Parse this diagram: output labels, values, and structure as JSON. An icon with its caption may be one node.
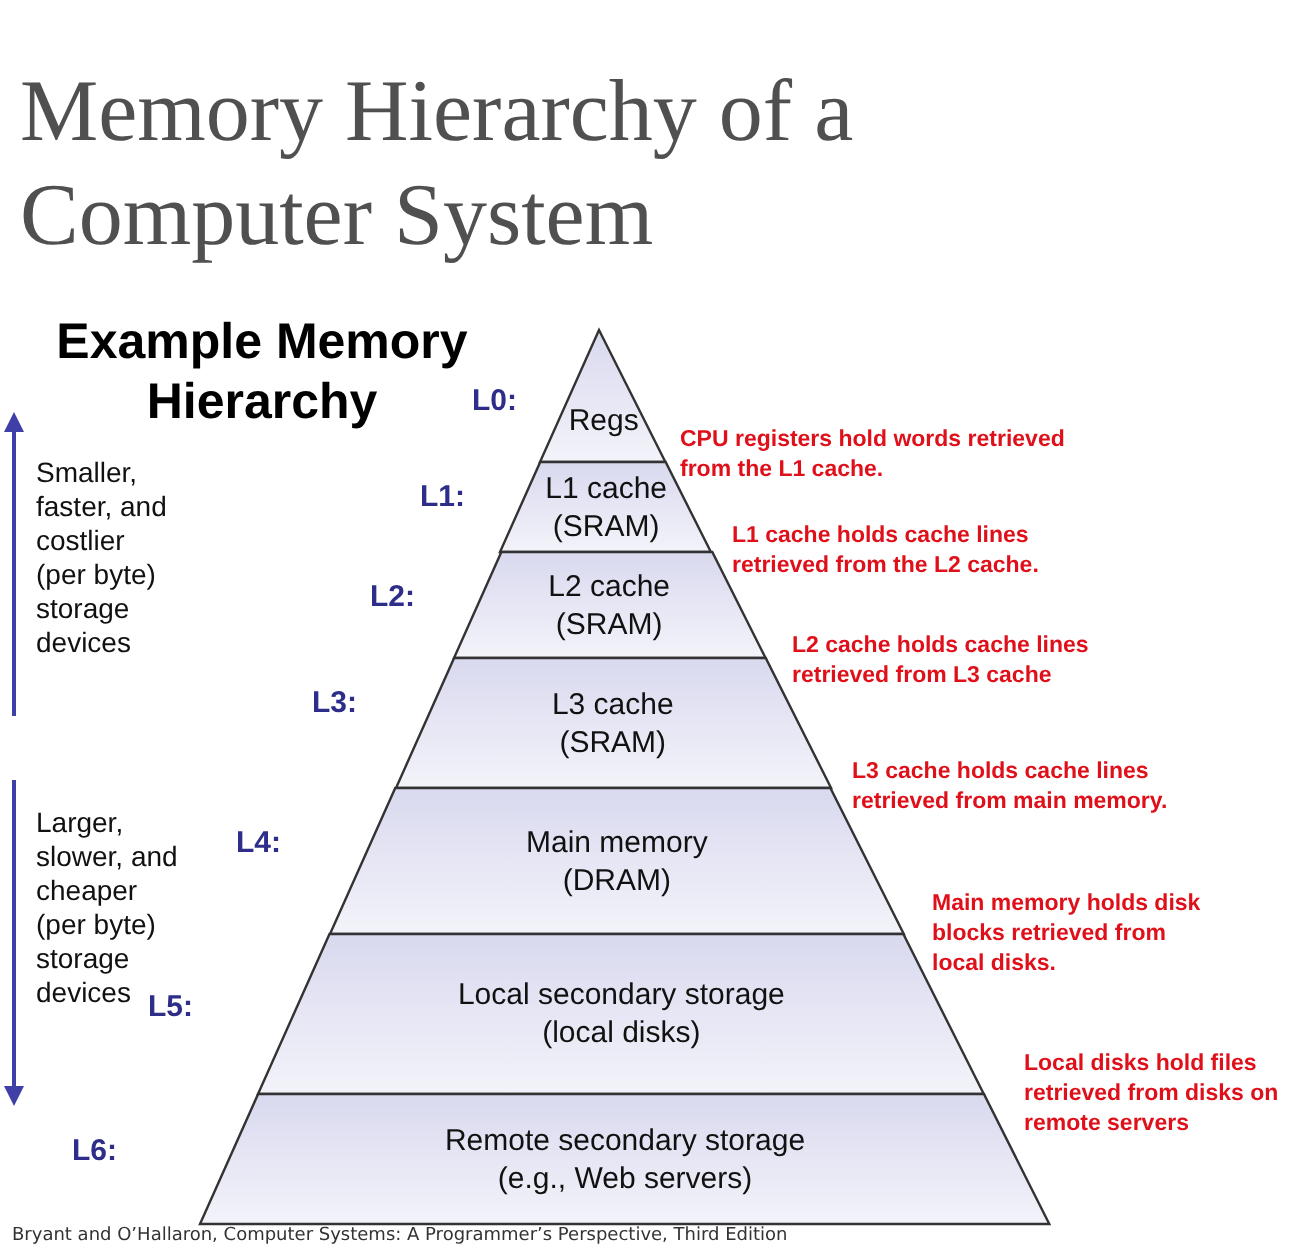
{
  "diagram": {
    "title": "Memory Hierarchy of a Computer System",
    "nodes": [
      {
        "text": [
          "Regs"
        ],
        "beside": [
          "L0:"
        ]
      },
      {
        "text": [
          "L1 cache (SRAM)"
        ],
        "beside": [
          "L1:"
        ]
      },
      {
        "text": [
          "L2 cache (SRAM)"
        ],
        "beside": [
          "L2:"
        ]
      },
      {
        "text": [
          "L3 cache (SRAM)"
        ],
        "beside": [
          "L3:"
        ]
      },
      {
        "text": [
          "Main memory (DRAM)"
        ],
        "beside": [
          "L4:"
        ]
      },
      {
        "text": [
          "Local secondary storage (local disks)"
        ],
        "beside": [
          "L5:"
        ]
      },
      {
        "text": [
          "Remote secondary storage (e.g., Web servers)"
        ],
        "beside": [
          "L6:"
        ]
      }
    ],
    "labels": [
      "Example Memory Hierarchy",
      "Smaller, faster, and costlier (per byte) storage devices",
      "Larger, slower, and cheaper (per byte) storage devices",
      "CPU registers hold words retrieved from the L1 cache.",
      "L1 cache holds cache lines retrieved from the L2 cache.",
      "L2 cache holds cache lines retrieved from L3 cache",
      "L3 cache holds cache lines retrieved from main memory.",
      "Main memory holds disk blocks retrieved from local disks.",
      "Local disks hold files retrieved from disks on remote servers",
      "Bryant and O’Hallaron, Computer Systems: A Programmer’s Perspective, Third Edition"
    ]
  }
}
